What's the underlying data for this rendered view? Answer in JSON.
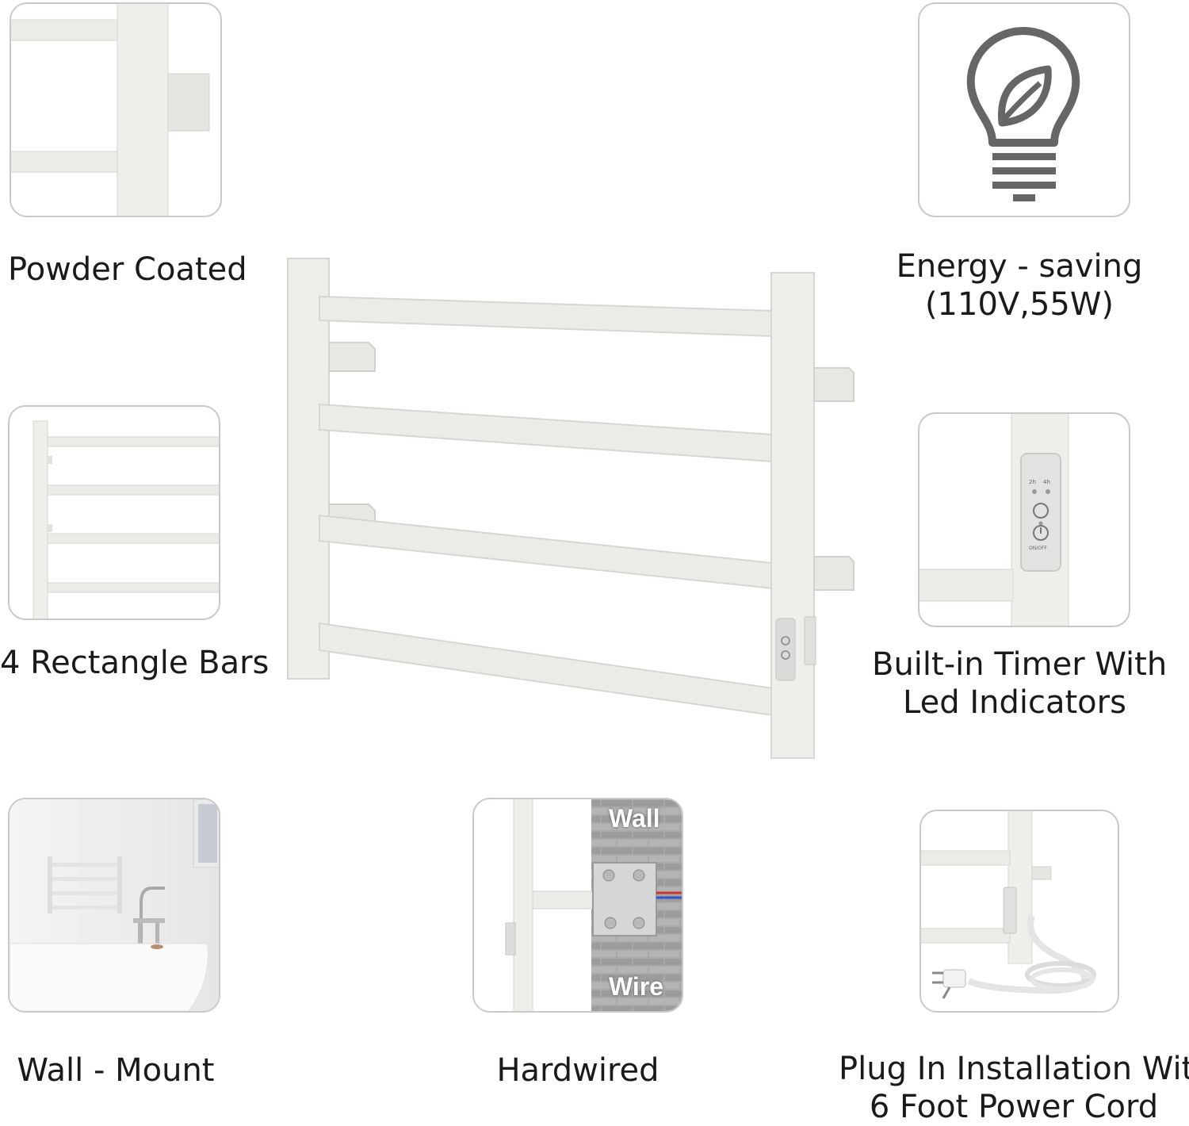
{
  "features": {
    "powder_coated": "Powder Coated",
    "energy_saving_line1": "Energy - saving",
    "energy_saving_line2": "(110V,55W)",
    "rectangle_bars": "4 Rectangle Bars",
    "timer_line1": "Built-in Timer With",
    "timer_line2": "Led Indicators",
    "wall_mount": "Wall - Mount",
    "hardwired": "Hardwired",
    "plug_in_line1": "Plug In Installation With",
    "plug_in_line2": "6 Foot Power Cord"
  },
  "hardwired_overlay": {
    "top": "Wall",
    "bottom": "Wire"
  },
  "control_panel": {
    "label_2h": "2h",
    "label_4h": "4h",
    "power": "ON/OFF"
  },
  "icons": [
    "bulb-leaf-icon",
    "power-icon",
    "timer-icon",
    "plug-icon"
  ],
  "colors": {
    "rack": "#ecebe7",
    "rack_shadow": "#d7d6d2",
    "icon_gray": "#666666",
    "card_border": "#c9c9c9"
  }
}
